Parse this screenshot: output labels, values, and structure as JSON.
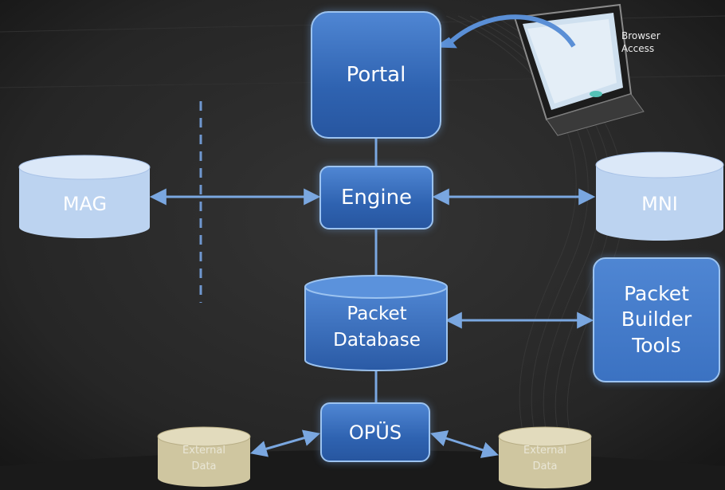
{
  "diagram": {
    "nodes": {
      "portal": "Portal",
      "engine": "Engine",
      "mag": "MAG",
      "mni": "MNI",
      "packet_database": [
        "Packet",
        "Database"
      ],
      "packet_builder_tools": [
        "Packet",
        "Builder",
        "Tools"
      ],
      "opus": "OPÜS",
      "external_data_left": [
        "External",
        "Data"
      ],
      "external_data_right": [
        "External",
        "Data"
      ],
      "browser_access": [
        "Browser",
        "Access"
      ]
    },
    "edges": [
      {
        "from": "portal",
        "to": "engine",
        "style": "line"
      },
      {
        "from": "engine",
        "to": "mag",
        "style": "bidirectional"
      },
      {
        "from": "engine",
        "to": "mni",
        "style": "bidirectional"
      },
      {
        "from": "engine",
        "to": "packet_database",
        "style": "line"
      },
      {
        "from": "packet_database",
        "to": "packet_builder_tools",
        "style": "bidirectional"
      },
      {
        "from": "packet_database",
        "to": "opus",
        "style": "line"
      },
      {
        "from": "opus",
        "to": "external_data_left",
        "style": "bidirectional"
      },
      {
        "from": "opus",
        "to": "external_data_right",
        "style": "bidirectional"
      },
      {
        "from": "browser_access",
        "to": "portal",
        "style": "curved-arrow"
      }
    ],
    "colors": {
      "background": "#2a2a2a",
      "box_fill": "#3a6fbf",
      "box_border": "#9cc3f0",
      "light_cylinder": "#bcd3f0",
      "external_cylinder": "#cfc6a0",
      "connector": "#7aa7e0"
    }
  }
}
